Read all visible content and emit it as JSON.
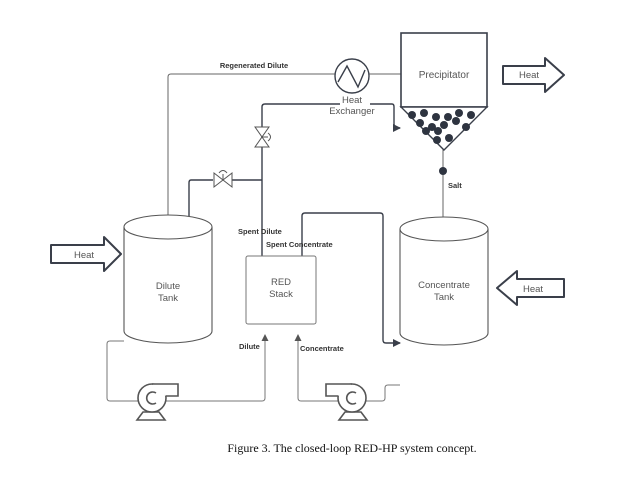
{
  "figure": {
    "caption": "Figure 3. The closed-loop RED-HP system concept."
  },
  "components": {
    "precipitator": "Precipitator",
    "heat_exchanger_line1": "Heat",
    "heat_exchanger_line2": "Exchanger",
    "dilute_tank_line1": "Dilute",
    "dilute_tank_line2": "Tank",
    "red_stack_line1": "RED",
    "red_stack_line2": "Stack",
    "concentrate_tank_line1": "Concentrate",
    "concentrate_tank_line2": "Tank"
  },
  "heat_arrows": {
    "precipitator_out": "Heat",
    "dilute_tank_in": "Heat",
    "concentrate_tank_in": "Heat"
  },
  "flow_labels": {
    "regenerated_dilute": "Regenerated Dilute",
    "salt": "Salt",
    "spent_dilute": "Spent Dilute",
    "spent_concentrate": "Spent Concentrate",
    "dilute": "Dilute",
    "concentrate": "Concentrate"
  },
  "colors": {
    "line": "#666666",
    "dark_line": "#3a3f4a",
    "salt": "#2e3440"
  }
}
